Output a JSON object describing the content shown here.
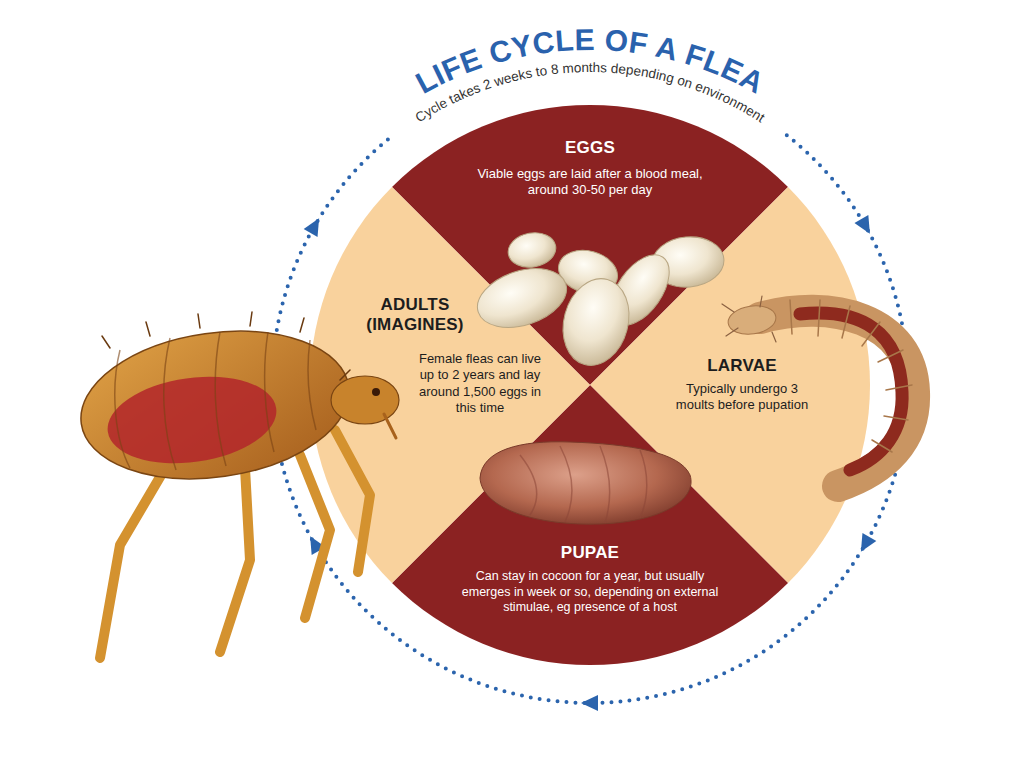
{
  "diagram": {
    "title": "LIFE CYCLE OF A FLEA",
    "nodes": [
      {
        "text": [
          "EGGS",
          "Viable eggs are laid after a blood meal, around 30-50 per day"
        ]
      },
      {
        "text": [
          "LARVAE",
          "Typically undergo 3 moults before pupation"
        ]
      },
      {
        "text": [
          "PUPAE",
          "Can stay in cocoon for a year, but usually emerges in week or so, depending on external stimulae, eg presence of a host"
        ]
      },
      {
        "text": [
          "ADULTS (IMAGINES)",
          "Female fleas can live up to 2 years and lay around 1,500 eggs in this time"
        ]
      }
    ],
    "labels": [
      "Cycle takes 2 weeks to 8 months depending on environment"
    ]
  }
}
